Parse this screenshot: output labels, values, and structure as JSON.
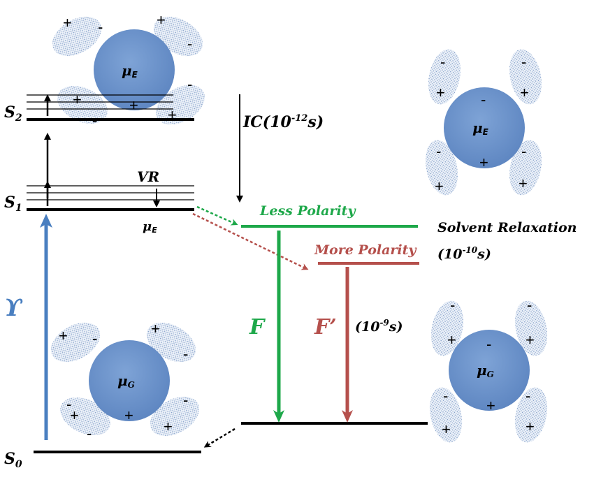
{
  "levels": {
    "s2": {
      "letter": "S",
      "sub": "2"
    },
    "s1": {
      "letter": "S",
      "sub": "1"
    },
    "s0": {
      "letter": "S",
      "sub": "0"
    }
  },
  "labels": {
    "vr": "VR",
    "ic_main": "IC(10",
    "ic_exp": "-12",
    "ic_unit": "s)",
    "less_polarity": "Less Polarity",
    "more_polarity": "More Polarity",
    "solvent_relaxation": "Solvent Relaxation",
    "sr_time_main": "(10",
    "sr_time_exp": "-10",
    "sr_time_unit": "s)",
    "absorption": "ϒ",
    "fluor_f": "F",
    "fluor_fprime": "F’",
    "f_time_main": "(10",
    "f_time_exp": "-9",
    "f_time_unit": "s)"
  },
  "dipoles": {
    "excited_mu": "μ",
    "excited_sub": "E",
    "ground_mu": "μ",
    "ground_sub": "G"
  },
  "charges": {
    "plus": "+",
    "minus": "-"
  },
  "colors": {
    "absorption_blue": "#4a7fc0",
    "fluor_green": "#1ea84a",
    "fluor_red": "#b5504c",
    "sphere_blue": "#6d94cc",
    "level_black": "#000000"
  }
}
